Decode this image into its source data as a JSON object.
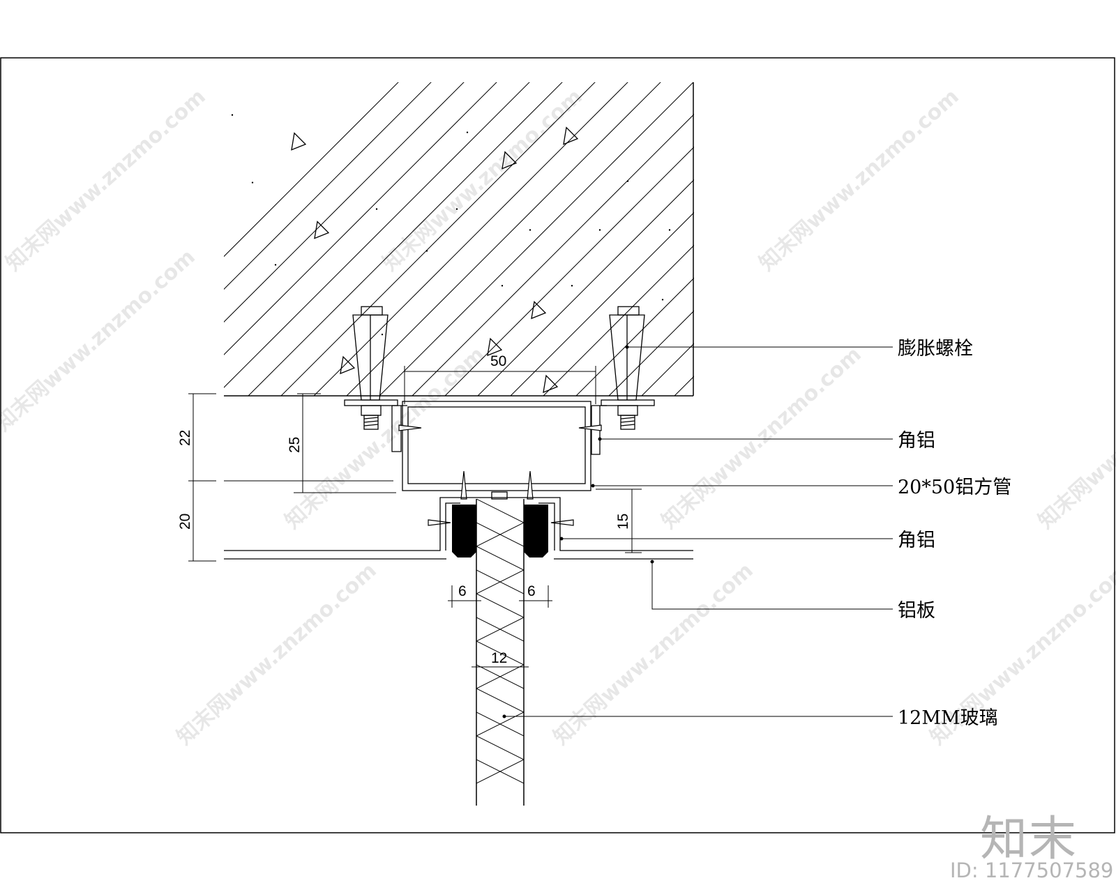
{
  "labels": {
    "expansion_bolt": "膨胀螺栓",
    "angle_aluminum_top": "角铝",
    "square_tube": "20*50铝方管",
    "angle_aluminum_bottom": "角铝",
    "aluminum_panel": "铝板",
    "glass": "12MM玻璃"
  },
  "dimensions": {
    "tube_width": "50",
    "left_top": "22",
    "left_bottom": "20",
    "inner_height": "25",
    "right_height": "15",
    "gasket_left": "6",
    "gasket_right": "6",
    "glass_thickness": "12"
  },
  "watermark": {
    "text": "知末网www.znzmo.com",
    "logo": "知末",
    "image_id": "ID: 1177507589"
  }
}
